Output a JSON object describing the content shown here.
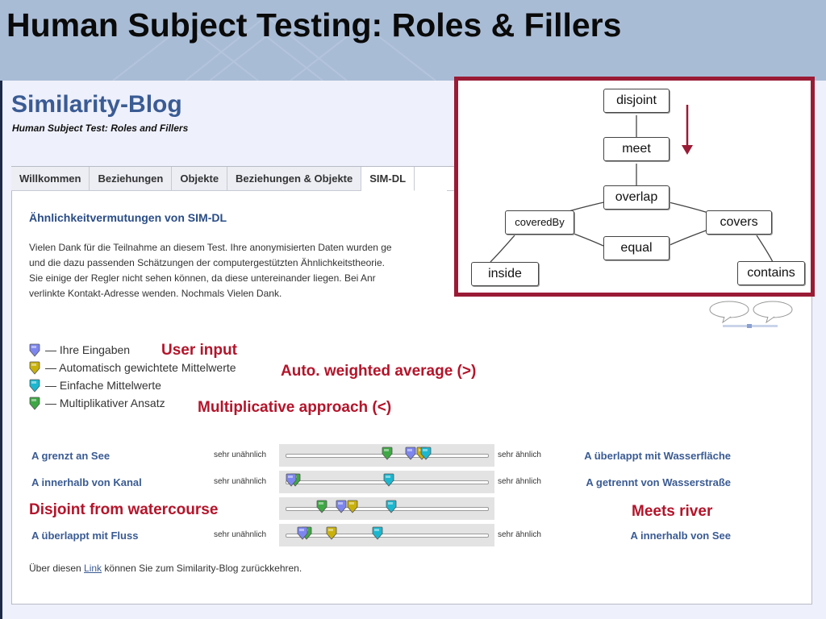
{
  "slide": {
    "title": "Human Subject Testing: Roles & Fillers"
  },
  "blog": {
    "title": "Similarity-Blog",
    "subtitle": "Human Subject Test: Roles and Fillers",
    "tabs": [
      {
        "label": "Willkommen",
        "active": false
      },
      {
        "label": "Beziehungen",
        "active": false
      },
      {
        "label": "Objekte",
        "active": false
      },
      {
        "label": "Beziehungen & Objekte",
        "active": false
      },
      {
        "label": "SIM-DL",
        "active": true
      }
    ],
    "heading": "Ähnlichkeitvermutungen von SIM-DL",
    "paragraph": [
      "Vielen Dank für die Teilnahme an diesem Test. Ihre anonymisierten Daten wurden ge",
      "und die dazu passenden Schätzungen der computergestützten Ähnlichkeitstheorie.",
      "Sie einige der Regler nicht sehen können, da diese untereinander liegen. Bei Anr",
      "verlinkte Kontakt-Adresse wenden. Nochmals Vielen Dank."
    ],
    "legend": [
      {
        "marker": "blue",
        "text": "— Ihre Eingaben"
      },
      {
        "marker": "yellow",
        "text": "— Automatisch gewichtete Mittelwerte"
      },
      {
        "marker": "cyan",
        "text": "— Einfache Mittelwerte"
      },
      {
        "marker": "green",
        "text": "— Multiplikativer Ansatz"
      }
    ],
    "scale": {
      "low": "sehr unähnlich",
      "high": "sehr ähnlich"
    },
    "rows": [
      {
        "left": "A grenzt an See",
        "right": "A überlappt mit Wasserfläche",
        "show_scale": true,
        "values": {
          "green": 0.5,
          "blue": 0.62,
          "yellow": 0.68,
          "cyan": 0.7
        }
      },
      {
        "left": "A innerhalb von Kanal",
        "right": "A getrennt von Wasserstraße",
        "show_scale": true,
        "values": {
          "blue": 0.0,
          "green": 0.02,
          "cyan": 0.51
        }
      },
      {
        "left": "",
        "right": "",
        "show_scale": false,
        "values": {
          "green": 0.16,
          "blue": 0.26,
          "yellow": 0.32,
          "cyan": 0.52
        }
      },
      {
        "left": "A überlappt mit Fluss",
        "right": "A innerhalb von See",
        "show_scale": true,
        "values": {
          "blue": 0.06,
          "green": 0.08,
          "yellow": 0.21,
          "cyan": 0.45
        }
      }
    ],
    "footer": {
      "before": "Über diesen ",
      "link": "Link",
      "after": " können Sie zum Similarity-Blog zurückkehren."
    }
  },
  "annotations": {
    "user_input": "User input",
    "auto_weighted": "Auto. weighted average (>)",
    "multiplicative": "Multiplicative approach (<)",
    "disjoint": "Disjoint from watercourse",
    "meets": "Meets river"
  },
  "diagram": {
    "nodes": {
      "disjoint": "disjoint",
      "meet": "meet",
      "overlap": "overlap",
      "coveredBy": "coveredBy",
      "covers": "covers",
      "equal": "equal",
      "inside": "inside",
      "contains": "contains"
    },
    "arrow_color": "#9a1b35"
  },
  "colors": {
    "blue": "#7d86ee",
    "yellow": "#c9b10c",
    "cyan": "#1bb7cf",
    "green": "#3ea844",
    "accent": "#3a5b93",
    "annotation": "#b4142a"
  }
}
